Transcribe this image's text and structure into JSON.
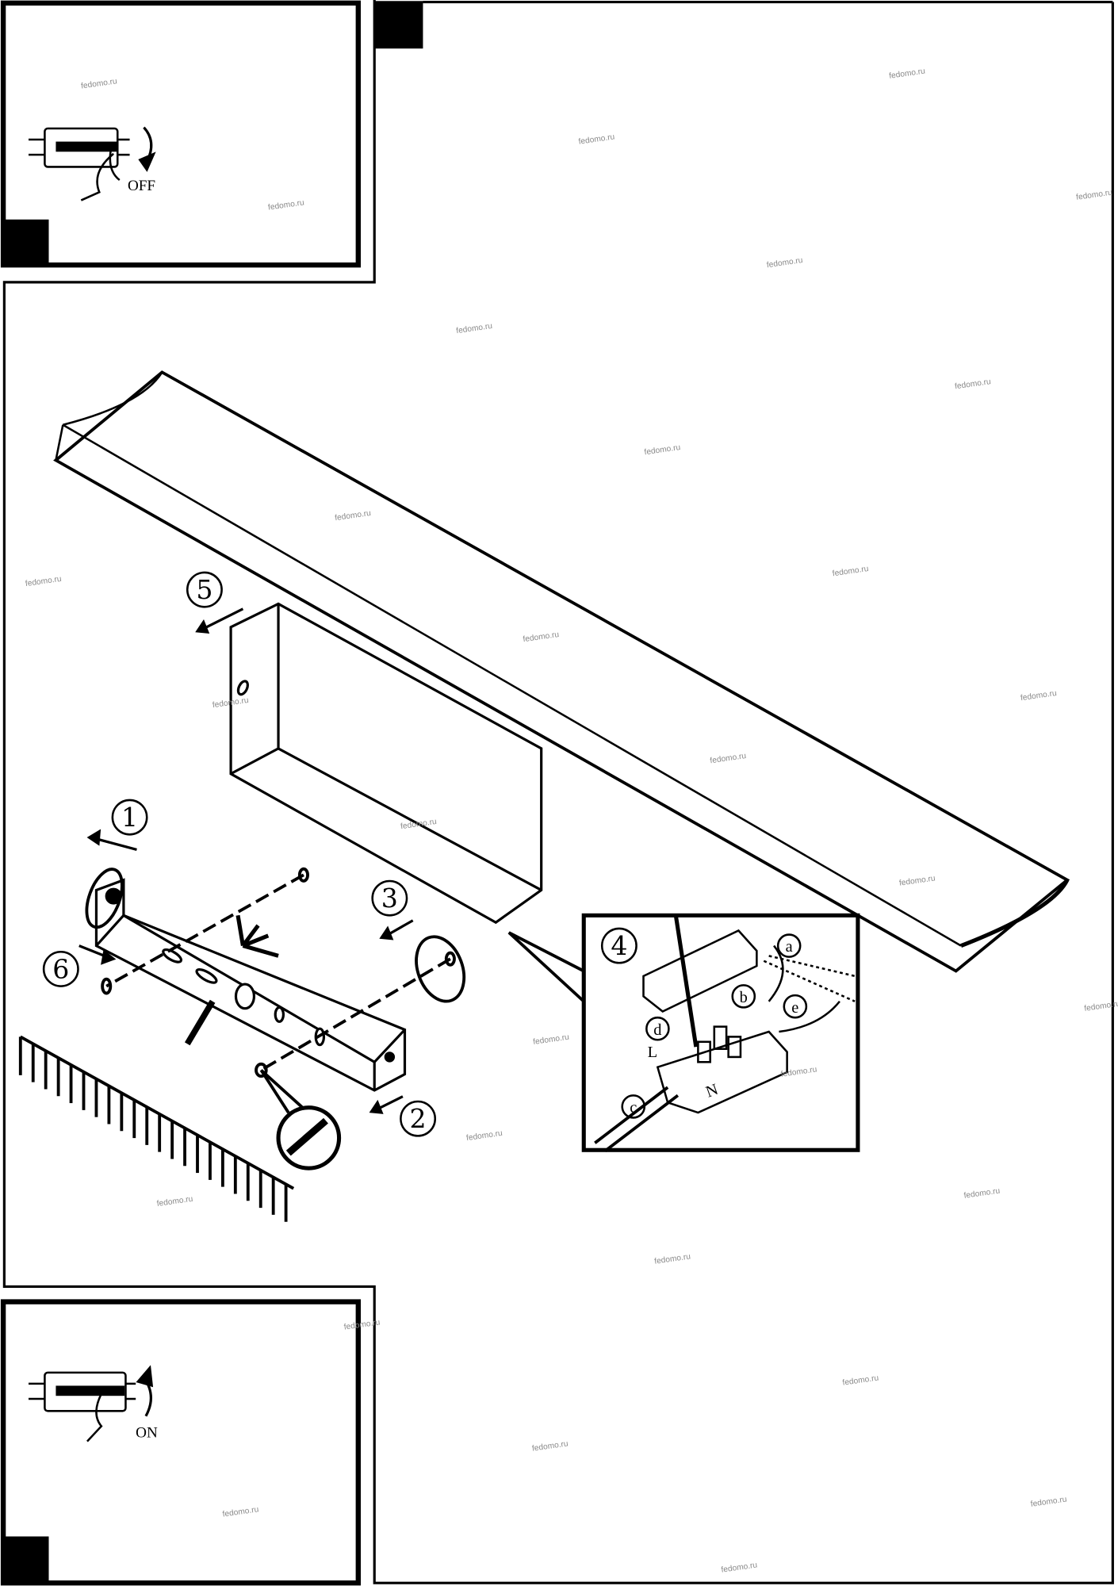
{
  "watermark": "fedomo.ru",
  "panels": {
    "power_off": {
      "label": "OFF"
    },
    "power_on": {
      "label": "ON"
    }
  },
  "steps": [
    "1",
    "2",
    "3",
    "4",
    "5",
    "6"
  ],
  "detail": {
    "step": "4",
    "labels": {
      "a": "a",
      "b": "b",
      "c": "c",
      "d": "d",
      "e": "e",
      "live": "L",
      "neutral": "N"
    }
  },
  "colors": {
    "ink": "#000000",
    "paper": "#ffffff",
    "watermark": "#8a8a8a"
  }
}
